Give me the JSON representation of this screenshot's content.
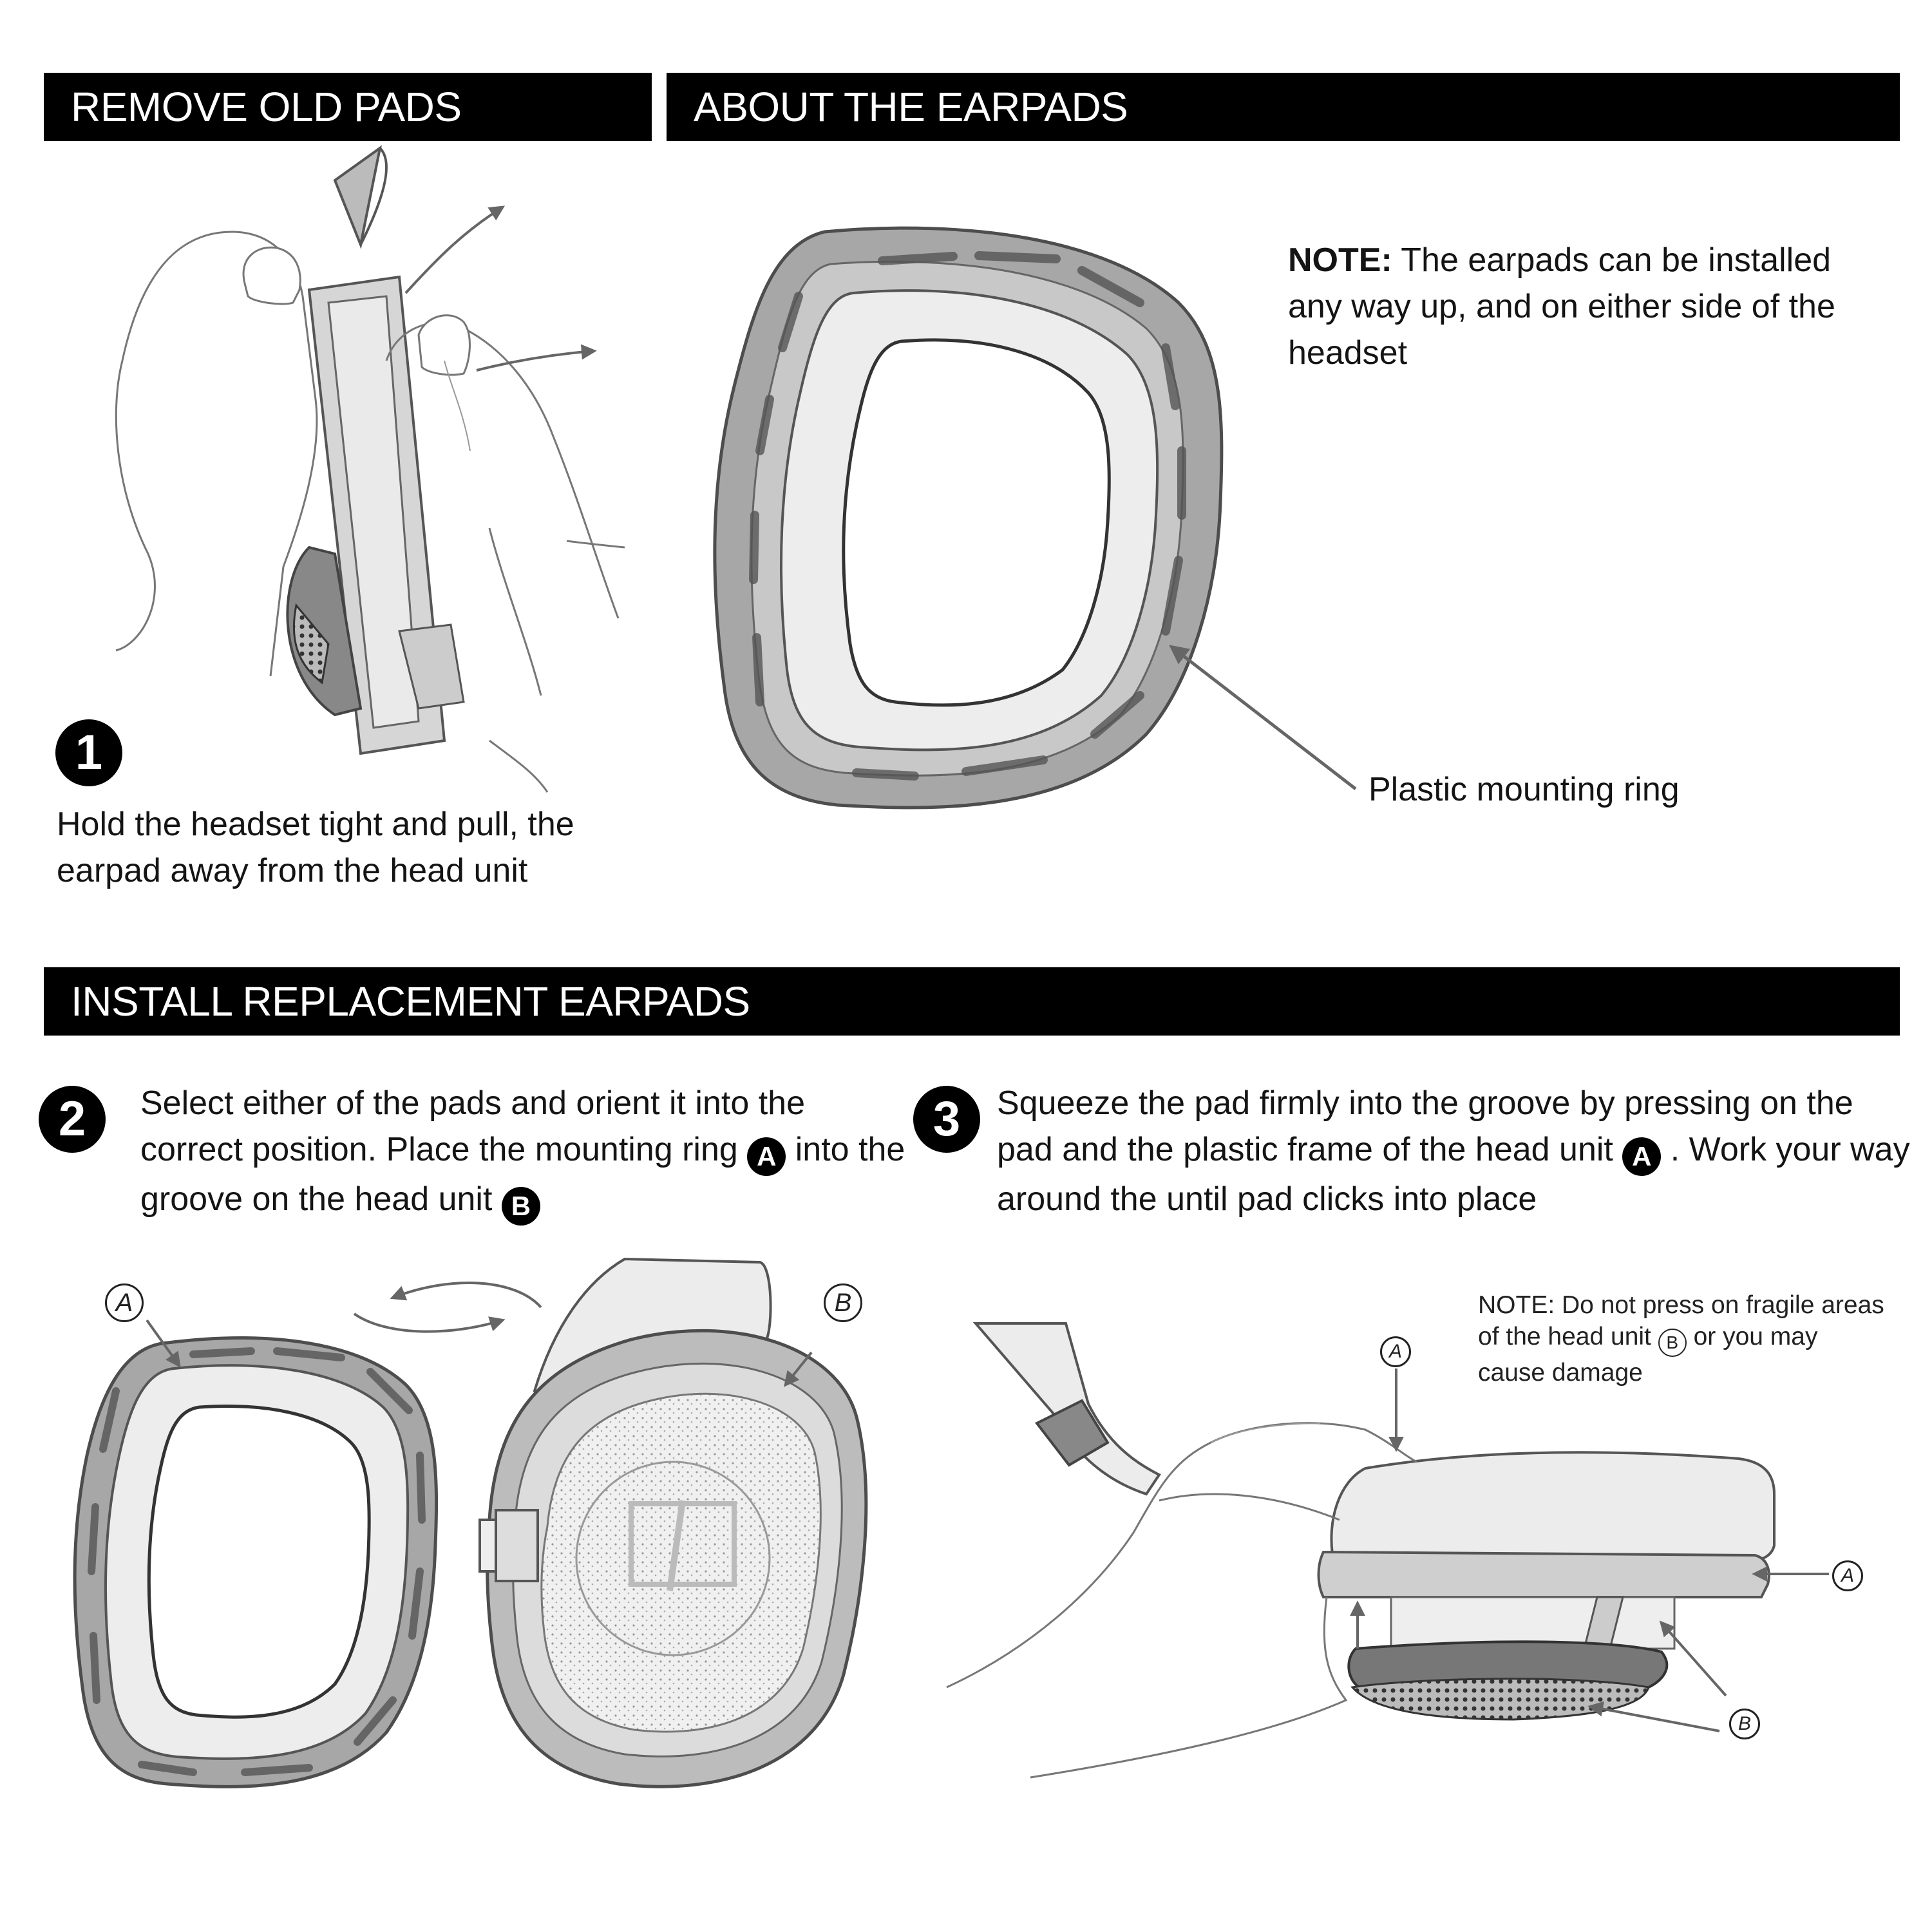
{
  "sections": {
    "remove_old": "REMOVE OLD PADS",
    "about": "ABOUT THE EARPADS",
    "install": "INSTALL REPLACEMENT EARPADS"
  },
  "step1": {
    "number": "1",
    "text": "Hold the headset tight and pull, the earpad away from the head unit"
  },
  "about": {
    "note_label": "NOTE:",
    "note_text": "The earpads can be installed any way up, and on either side of the headset",
    "ring_label": "Plastic mounting ring"
  },
  "step2": {
    "number": "2",
    "text_a": "Select either of the pads and orient it into the correct position. Place the mounting ring",
    "marker_a": "A",
    "text_b": "into the groove on the head unit",
    "marker_b": "B"
  },
  "step3": {
    "number": "3",
    "text_a": "Squeeze the pad firmly into the groove by pressing on the pad and the plastic frame of the head unit",
    "marker_a": "A",
    "text_b": ". Work your way around the until pad clicks into place"
  },
  "callouts": {
    "a": "A",
    "b": "B"
  },
  "warning": {
    "text_a": "NOTE: Do not press on fragile areas of the head unit",
    "marker": "B",
    "text_b": "or you may cause damage"
  }
}
